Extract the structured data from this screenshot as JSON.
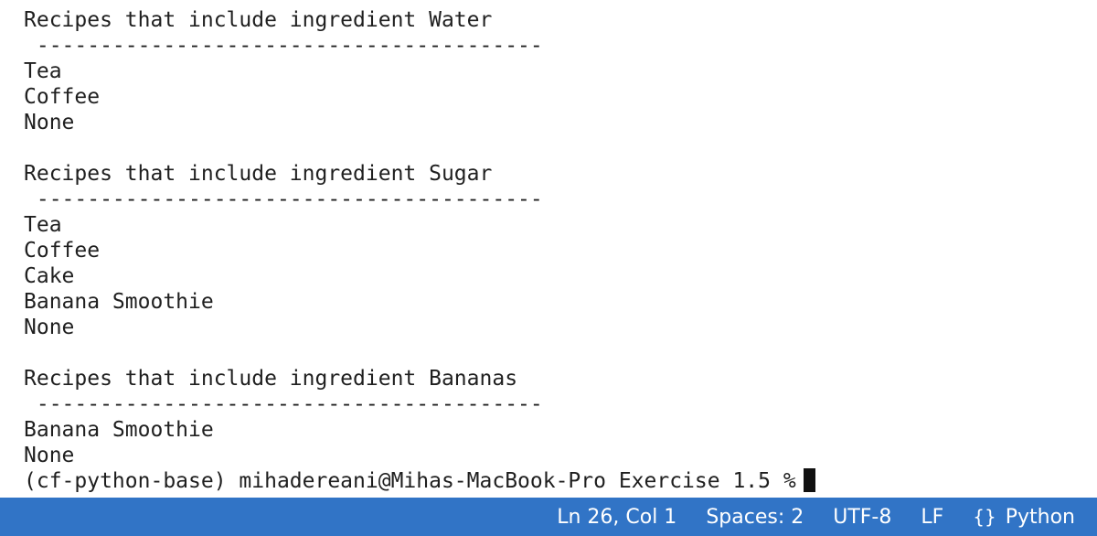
{
  "terminal": {
    "lines": [
      "Recipes that include ingredient Water",
      " ----------------------------------------",
      "Tea",
      "Coffee",
      "None",
      "",
      "Recipes that include ingredient Sugar",
      " ----------------------------------------",
      "Tea",
      "Coffee",
      "Cake",
      "Banana Smoothie",
      "None",
      "",
      "Recipes that include ingredient Bananas",
      " ----------------------------------------",
      "Banana Smoothie",
      "None"
    ],
    "prompt": "(cf-python-base) mihadereani@Mihas-MacBook-Pro Exercise 1.5 %"
  },
  "statusbar": {
    "position": "Ln 26, Col 1",
    "spaces": "Spaces: 2",
    "encoding": "UTF-8",
    "eol": "LF",
    "language_icon": "{}",
    "language": "Python",
    "background": "#3174c6"
  }
}
